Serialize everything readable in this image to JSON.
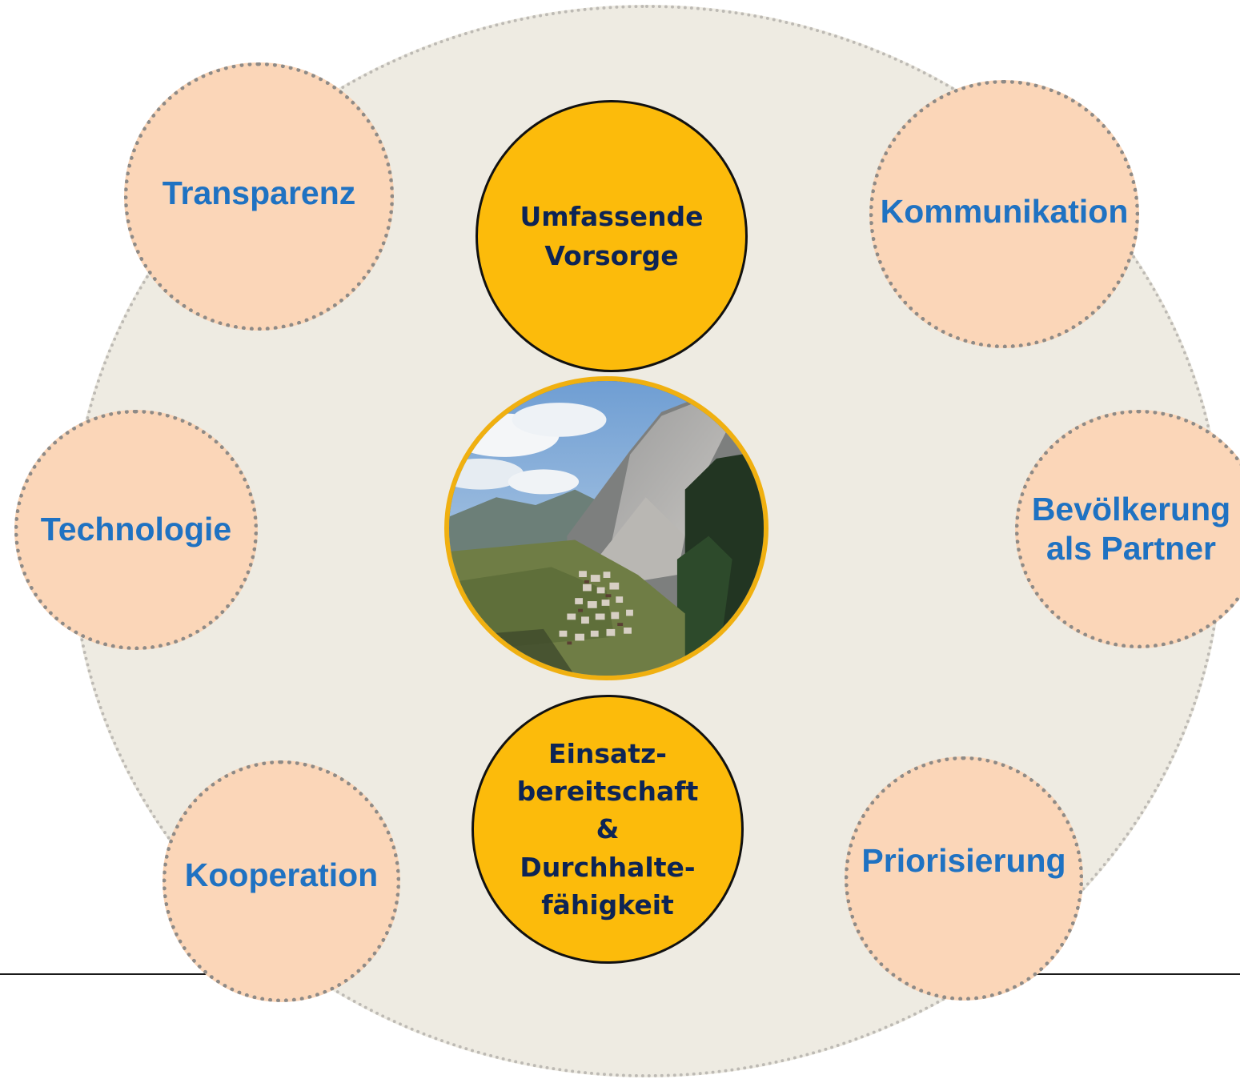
{
  "diagram": {
    "outer_nodes": [
      {
        "id": "transparenz",
        "label": "Transparenz"
      },
      {
        "id": "kommunikation",
        "label": "Kommunikation"
      },
      {
        "id": "technologie",
        "label": "Technologie"
      },
      {
        "id": "bevoelkerung",
        "label": "Bevölkerung\nals Partner"
      },
      {
        "id": "kooperation",
        "label": "Kooperation"
      },
      {
        "id": "priorisierung",
        "label": "Priorisierung"
      }
    ],
    "inner_nodes": [
      {
        "id": "vorsorge",
        "label": "Umfassende\nVorsorge"
      },
      {
        "id": "einsatz",
        "label": "Einsatz-\nbereitschaft\n&\nDurchhalte-\nfähigkeit"
      }
    ],
    "photo": {
      "subject": "mountain-landslide-village-photo"
    }
  },
  "colors": {
    "outer_fill": "#fbd6b8",
    "outer_text": "#1f72c2",
    "inner_fill": "#fcbb0b",
    "inner_text": "#0d2455",
    "background_circle": "#eeebe2"
  }
}
